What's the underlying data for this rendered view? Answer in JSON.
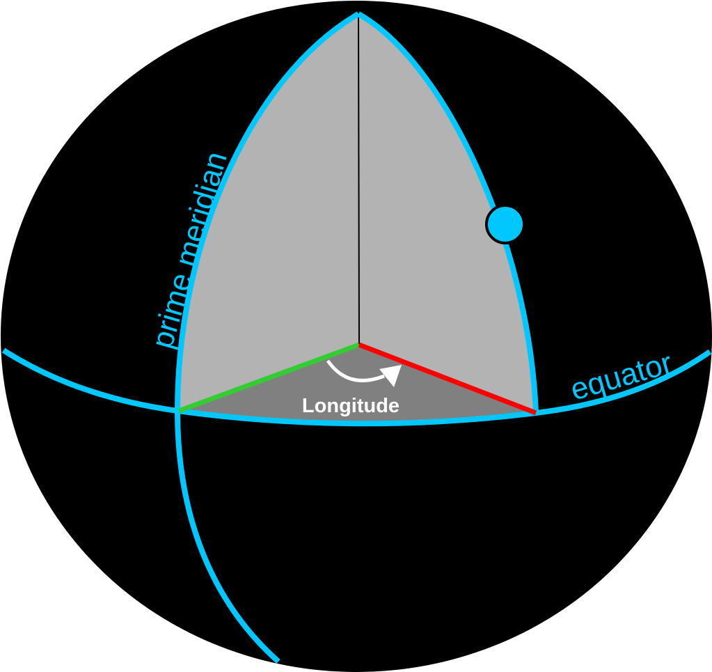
{
  "labels": {
    "prime_meridian": "prime meridian",
    "equator": "equator",
    "longitude": "Longitude"
  },
  "colors": {
    "sphere": "#000000",
    "lines": "#00c8ff",
    "wedge_face": "#b3b3b3",
    "wedge_base": "#808080",
    "prime_radius": "#33cc33",
    "point_radius": "#ff0000",
    "point_marker": "#00c8ff"
  }
}
